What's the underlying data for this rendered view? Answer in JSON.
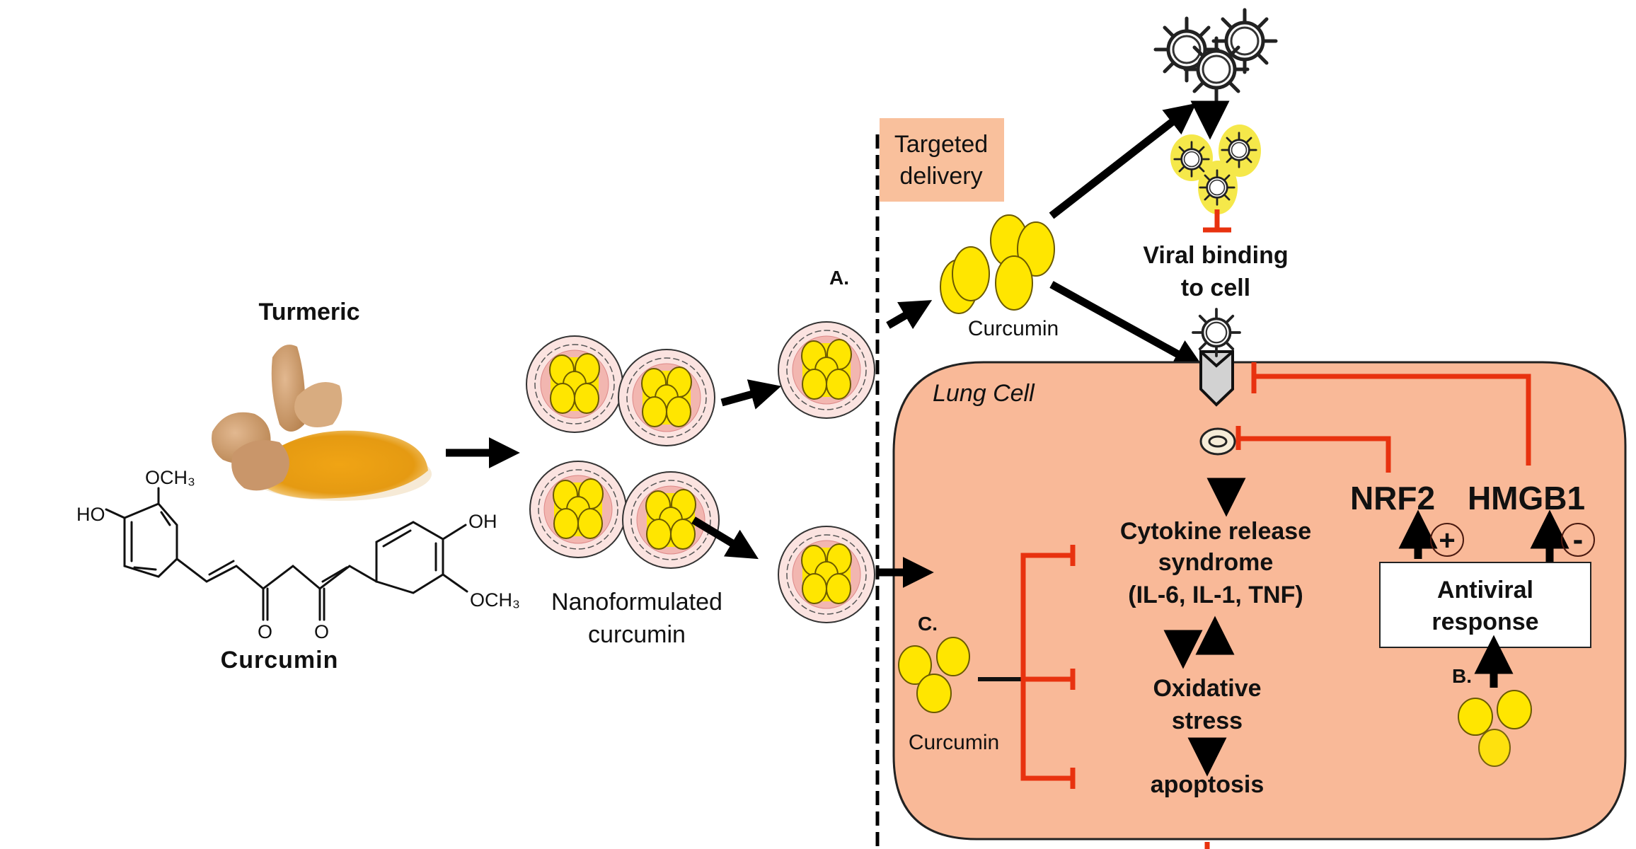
{
  "figure": {
    "left_panel": {
      "turmeric_label": "Turmeric",
      "compound_label": "Curcumin",
      "chem_groups": {
        "left_methoxy": "OCH₃",
        "left_hydroxyl": "HO",
        "right_hydroxyl": "OH",
        "right_methoxy": "OCH₃",
        "carbonyl_1": "O",
        "carbonyl_2": "O"
      }
    },
    "nano_panel": {
      "label_line1": "Nanoformulated",
      "label_line2": "curcumin"
    },
    "delivery": {
      "box_line1": "Targeted",
      "box_line2": "delivery",
      "label_a": "A.",
      "free_curcumin_label": "Curcumin"
    },
    "virus": {
      "inhibition_line1": "Viral binding",
      "inhibition_line2": "to cell"
    },
    "cell": {
      "title": "Lung Cell",
      "cytokine_line1": "Cytokine release",
      "cytokine_line2": "syndrome",
      "cytokine_line3": "(IL-6, IL-1, TNF)",
      "oxidative_line1": "Oxidative",
      "oxidative_line2": "stress",
      "apoptosis": "apoptosis",
      "label_c": "C.",
      "curcumin_c_label": "Curcumin",
      "nrf2": "NRF2",
      "hmgb1": "HMGB1",
      "plus_sign": "+",
      "minus_sign": "-",
      "antiviral_line1": "Antiviral",
      "antiviral_line2": "response",
      "label_b": "B."
    },
    "colors": {
      "cell_fill": "#f9b998",
      "inhibition_red": "#e8320f",
      "curcumin_yellow": "#ffe600",
      "delivery_box": "#f9c09c",
      "nano_shell": "#f4c6c4"
    }
  }
}
